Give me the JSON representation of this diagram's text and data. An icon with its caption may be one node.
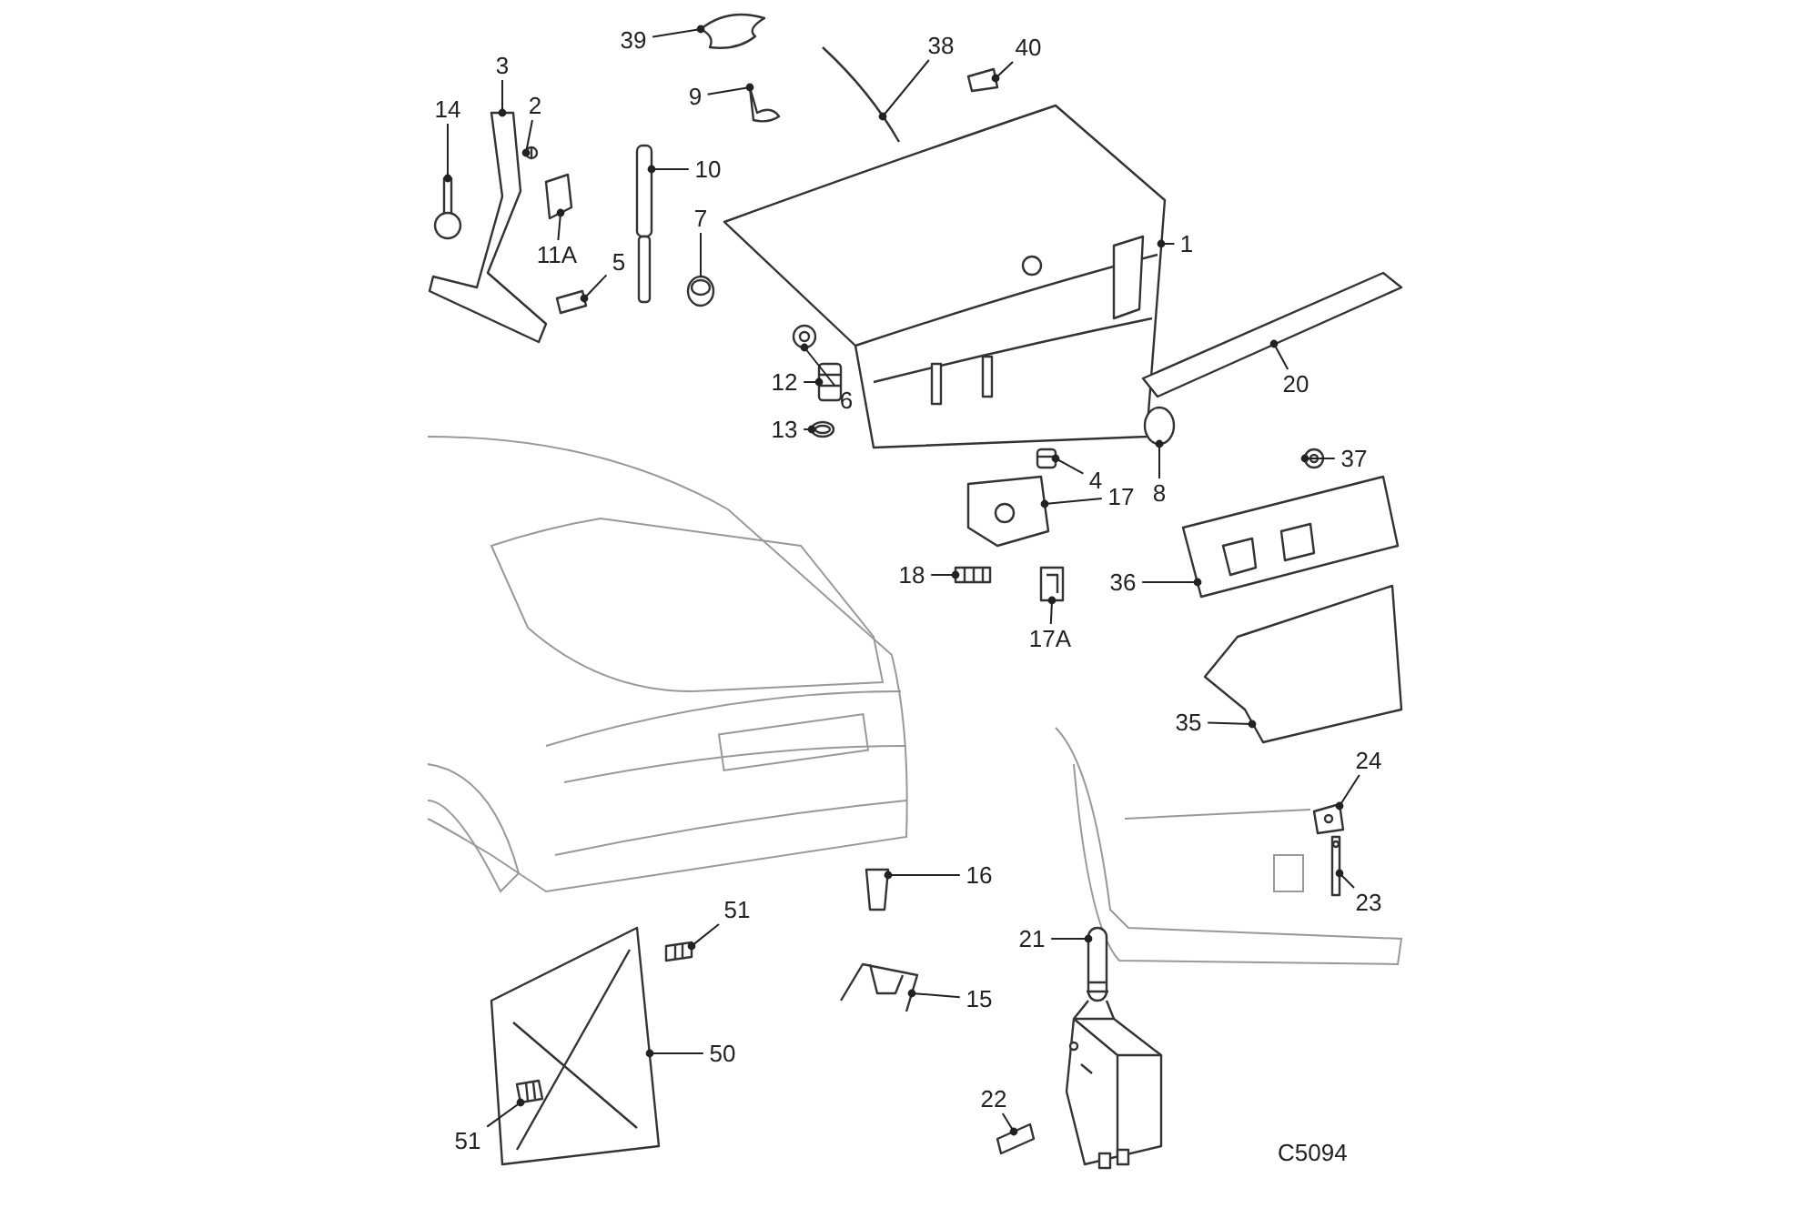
{
  "diagram": {
    "nodes": [
      {
        "text": [
          "3"
        ]
      },
      {
        "text": [
          "14"
        ]
      },
      {
        "text": [
          "2"
        ]
      },
      {
        "text": [
          "39"
        ]
      },
      {
        "text": [
          "9"
        ]
      },
      {
        "text": [
          "38"
        ]
      },
      {
        "text": [
          "40"
        ]
      },
      {
        "text": [
          "10"
        ]
      },
      {
        "text": [
          "11A"
        ]
      },
      {
        "text": [
          "7"
        ]
      },
      {
        "text": [
          "5"
        ]
      },
      {
        "text": [
          "1"
        ]
      },
      {
        "text": [
          "12"
        ]
      },
      {
        "text": [
          "6"
        ]
      },
      {
        "text": [
          "13"
        ]
      },
      {
        "text": [
          "4"
        ]
      },
      {
        "text": [
          "20"
        ]
      },
      {
        "text": [
          "8"
        ]
      },
      {
        "text": [
          "37"
        ]
      },
      {
        "text": [
          "17"
        ]
      },
      {
        "text": [
          "18"
        ]
      },
      {
        "text": [
          "17A"
        ]
      },
      {
        "text": [
          "36"
        ]
      },
      {
        "text": [
          "35"
        ]
      },
      {
        "text": [
          "24"
        ]
      },
      {
        "text": [
          "16"
        ]
      },
      {
        "text": [
          "51"
        ]
      },
      {
        "text": [
          "23"
        ]
      },
      {
        "text": [
          "21"
        ]
      },
      {
        "text": [
          "15"
        ]
      },
      {
        "text": [
          "50"
        ]
      },
      {
        "text": [
          "22"
        ]
      },
      {
        "text": [
          "51"
        ]
      },
      {
        "text": [],
        "shape": "picture"
      },
      {
        "text": [],
        "shape": "picture"
      },
      {
        "text": [],
        "shape": "picture"
      },
      {
        "text": [],
        "shape": "picture"
      },
      {
        "text": [],
        "shape": "picture"
      },
      {
        "text": [],
        "shape": "picture"
      },
      {
        "text": [],
        "shape": "picture"
      },
      {
        "text": [],
        "shape": "picture"
      },
      {
        "text": [],
        "shape": "picture"
      },
      {
        "text": [],
        "shape": "picture"
      },
      {
        "text": [],
        "shape": "picture"
      },
      {
        "text": [],
        "shape": "picture"
      },
      {
        "text": [],
        "shape": "picture"
      },
      {
        "text": [],
        "shape": "picture"
      },
      {
        "text": [],
        "shape": "picture"
      },
      {
        "text": [],
        "shape": "picture"
      },
      {
        "text": [],
        "shape": "picture"
      },
      {
        "text": [],
        "shape": "picture"
      },
      {
        "text": [],
        "shape": "picture"
      },
      {
        "text": [],
        "shape": "picture"
      },
      {
        "text": [],
        "shape": "picture"
      },
      {
        "text": [],
        "shape": "picture"
      },
      {
        "text": [],
        "shape": "picture"
      },
      {
        "text": [],
        "shape": "picture"
      },
      {
        "text": [],
        "shape": "picture"
      },
      {
        "text": [],
        "shape": "picture"
      },
      {
        "text": [],
        "shape": "picture"
      },
      {
        "text": [],
        "shape": "picture"
      },
      {
        "text": [],
        "shape": "picture"
      },
      {
        "text": [],
        "shape": "picture"
      },
      {
        "text": [],
        "shape": "picture"
      },
      {
        "text": [],
        "shape": "picture"
      },
      {
        "text": [],
        "shape": "picture",
        "in": 63
      }
    ],
    "edges": [
      {
        "from": 0,
        "to": 33,
        "arrow": "other"
      },
      {
        "from": 1,
        "to": 34,
        "arrow": "other"
      },
      {
        "from": 2,
        "to": 35,
        "arrow": "other"
      },
      {
        "from": 3,
        "to": 36,
        "arrow": "other"
      },
      {
        "from": 4,
        "to": 37,
        "arrow": "other"
      },
      {
        "from": 5,
        "to": 38,
        "arrow": "other"
      },
      {
        "from": 6,
        "to": 39,
        "arrow": "other"
      },
      {
        "from": 7,
        "to": 40,
        "arrow": "other"
      },
      {
        "from": 8,
        "to": 41,
        "arrow": "other"
      },
      {
        "from": 9,
        "to": 42,
        "arrow": "none"
      },
      {
        "from": 10,
        "to": 43,
        "arrow": "other"
      },
      {
        "from": 11,
        "to": 44,
        "arrow": "other"
      },
      {
        "from": 12,
        "to": 45,
        "arrow": "other"
      },
      {
        "from": 13,
        "to": 46,
        "arrow": "other"
      },
      {
        "from": 14,
        "to": 47,
        "arrow": "other"
      },
      {
        "from": 15,
        "to": 48,
        "arrow": "other"
      },
      {
        "from": 16,
        "to": 49,
        "arrow": "other"
      },
      {
        "from": 17,
        "to": 50,
        "arrow": "other"
      },
      {
        "from": 18,
        "to": 51,
        "arrow": "other"
      },
      {
        "from": 19,
        "to": 52,
        "arrow": "other"
      },
      {
        "from": 20,
        "to": 53,
        "arrow": "other"
      },
      {
        "from": 21,
        "to": 54,
        "arrow": "other"
      },
      {
        "from": 22,
        "to": 55,
        "arrow": "other"
      },
      {
        "from": 23,
        "to": 56,
        "arrow": "other"
      },
      {
        "from": 24,
        "to": 57,
        "arrow": "other"
      },
      {
        "from": 25,
        "to": 58,
        "arrow": "other"
      },
      {
        "from": 26,
        "to": 59,
        "arrow": "other"
      },
      {
        "from": 27,
        "to": 60,
        "arrow": "other"
      },
      {
        "from": 28,
        "to": 61,
        "arrow": "other"
      },
      {
        "from": 29,
        "to": 62,
        "arrow": "other"
      },
      {
        "from": 30,
        "to": 63,
        "arrow": "other"
      },
      {
        "from": 31,
        "to": 64,
        "arrow": "other"
      },
      {
        "from": 32,
        "to": 65,
        "arrow": "other"
      }
    ],
    "labels": [
      "C5094"
    ]
  }
}
